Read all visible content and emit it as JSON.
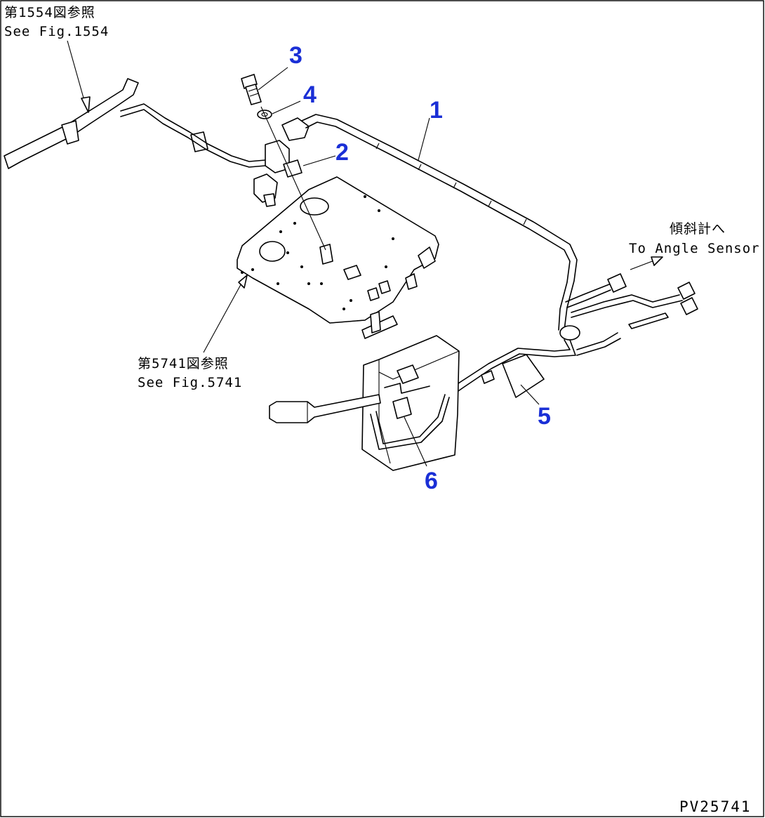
{
  "references": {
    "fig1554": {
      "jp": "第1554図参照",
      "en": "See Fig.1554"
    },
    "fig5741": {
      "jp": "第5741図参照",
      "en": "See Fig.5741"
    },
    "angle_sensor": {
      "jp": "傾斜計へ",
      "en": "To Angle Sensor"
    }
  },
  "callouts": [
    "1",
    "2",
    "3",
    "4",
    "5",
    "6"
  ],
  "drawing_code": "PV25741",
  "colors": {
    "callout": "#1a2fd6",
    "line": "#000000",
    "background": "#ffffff"
  }
}
